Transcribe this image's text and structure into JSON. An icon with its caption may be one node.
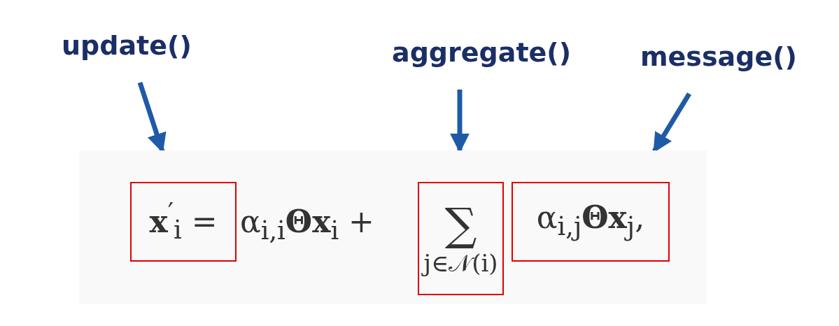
{
  "diagram": {
    "nodes": [
      {
        "text": [
          "update()"
        ]
      },
      {
        "text": [
          "aggregate()"
        ]
      },
      {
        "text": [
          "message()"
        ]
      },
      {
        "text": [
          "**x**$^{′}$$_{i}$ ="
        ]
      },
      {
        "text": [
          "∑",
          "j∈𝒩(i)"
        ]
      },
      {
        "text": [
          "α$_{i,j}$**Θx**$_{j}$,"
        ]
      }
    ],
    "edges": [
      {
        "from": 0,
        "to": 3,
        "arrow": "to"
      },
      {
        "from": 1,
        "to": 4,
        "arrow": "to"
      },
      {
        "from": 2,
        "to": 5,
        "arrow": "to"
      }
    ],
    "labels": [
      "α$_{i,i}$**Θx**$_{i}$ +"
    ]
  }
}
